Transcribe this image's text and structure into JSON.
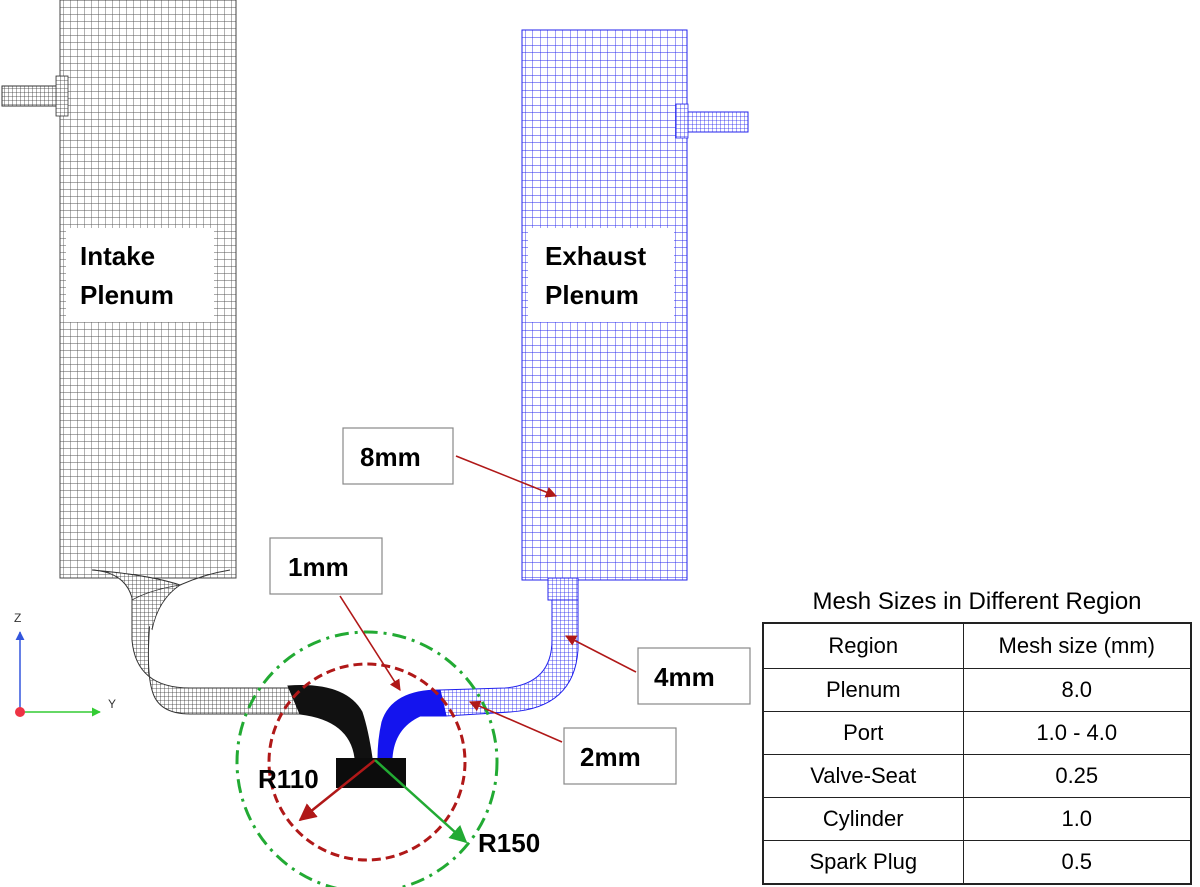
{
  "labels": {
    "intake_line1": "Intake",
    "intake_line2": "Plenum",
    "exhaust_line1": "Exhaust",
    "exhaust_line2": "Plenum",
    "size_8mm": "8mm",
    "size_1mm": "1mm",
    "size_4mm": "4mm",
    "size_2mm": "2mm",
    "r110": "R110",
    "r150": "R150"
  },
  "axes": {
    "z": "Z",
    "y": "Y"
  },
  "table": {
    "title": "Mesh Sizes in Different Region",
    "headers": [
      "Region",
      "Mesh size (mm)"
    ],
    "rows": [
      [
        "Plenum",
        "8.0"
      ],
      [
        "Port",
        "1.0 - 4.0"
      ],
      [
        "Valve-Seat",
        "0.25"
      ],
      [
        "Cylinder",
        "1.0"
      ],
      [
        "Spark Plug",
        "0.5"
      ]
    ]
  },
  "colors": {
    "intake_mesh": "#555555",
    "exhaust_mesh": "#2222ee",
    "arrow": "#b01818",
    "inner_circle": "#b01818",
    "outer_circle": "#22aa33",
    "r150_arrow": "#22aa33"
  }
}
